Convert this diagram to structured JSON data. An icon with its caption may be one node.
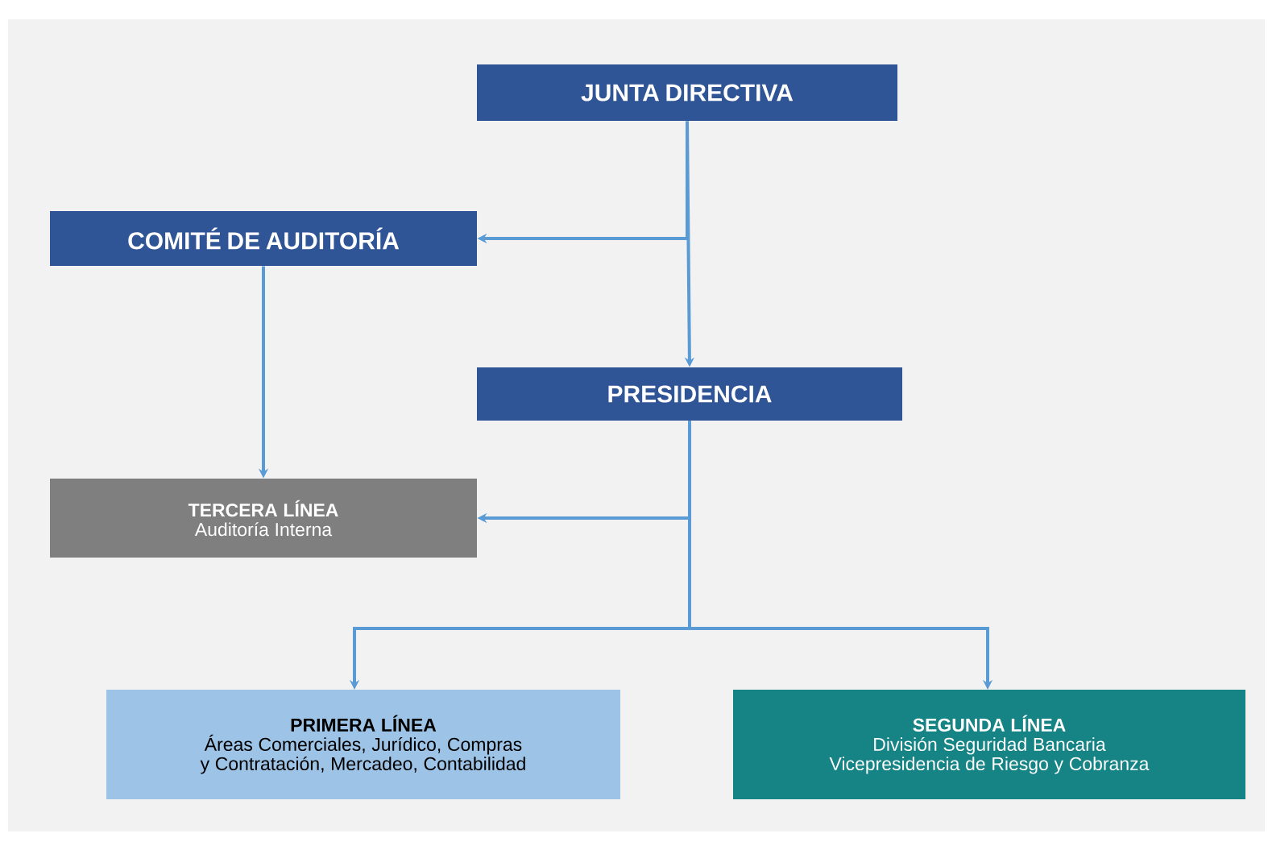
{
  "diagram": {
    "nodes": [
      {
        "text": [
          "JUNTA DIRECTIVA"
        ]
      },
      {
        "text": [
          "COMITÉ DE AUDITORÍA"
        ]
      },
      {
        "text": [
          "PRESIDENCIA"
        ]
      },
      {
        "text": [
          "TERCERA LÍNEA",
          "Auditoría Interna"
        ]
      },
      {
        "text": [
          "PRIMERA LÍNEA",
          "Áreas Comerciales, Jurídico, Compras y Contratación, Mercadeo, Contabilidad"
        ]
      },
      {
        "text": [
          "SEGUNDA LÍNEA",
          "División Seguridad Bancaria",
          "Vicepresidencia de Riesgo y Cobranza"
        ]
      }
    ],
    "edges": [
      {
        "from": 0,
        "to": 1,
        "arrow": "to"
      },
      {
        "from": 0,
        "to": 2,
        "arrow": "to"
      },
      {
        "from": 1,
        "to": 3,
        "arrow": "to"
      },
      {
        "from": 2,
        "to": 3,
        "arrow": "to"
      },
      {
        "from": 2,
        "to": 4,
        "arrow": "to"
      },
      {
        "from": 2,
        "to": 5,
        "arrow": "to"
      }
    ]
  }
}
